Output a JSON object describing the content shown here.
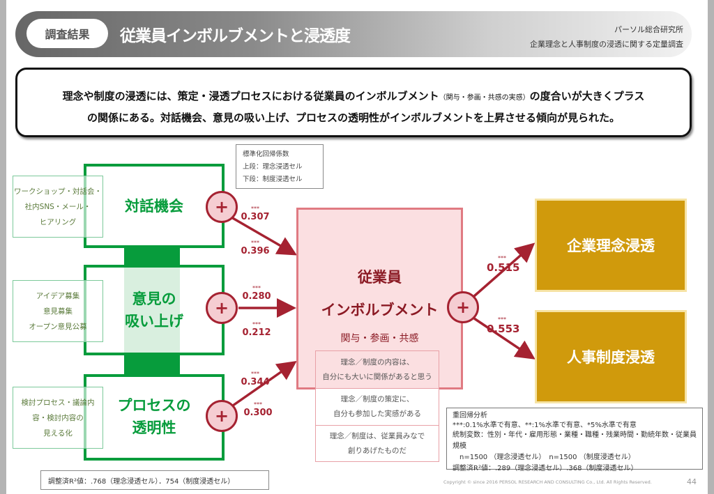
{
  "header": {
    "tag": "調査結果",
    "title": "従業員インボルブメントと浸透度",
    "org": "パーソル総合研究所",
    "survey": "企業理念と人事制度の浸透に関する定量調査"
  },
  "summary": {
    "line1_a": "理念や制度の浸透には、策定・浸透プロセスにおける従業員のインボルブメント",
    "line1_small": "（関与・参画・共感の実感）",
    "line1_b": "の度合いが大きくプラス",
    "line2": "の関係にある。対話機会、意見の吸い上げ、プロセスの透明性がインボルブメントを上昇させる傾向が見られた。"
  },
  "legend": {
    "title": "標準化回帰係数",
    "upper": "上段：理念浸透セル",
    "lower": "下段：制度浸透セル"
  },
  "factors": [
    {
      "label": "対話機会",
      "detail": [
        "ワークショップ・対話会・",
        "社内SNS・メール・",
        "ヒアリング"
      ]
    },
    {
      "label1": "意見の",
      "label2": "吸い上げ",
      "detail": [
        "アイデア募集",
        "意見募集",
        "オープン意見公募"
      ]
    },
    {
      "label1": "プロセスの",
      "label2": "透明性",
      "detail": [
        "検討プロセス・議論内",
        "容・検討内容の",
        "見える化"
      ]
    }
  ],
  "plus": "+",
  "coefficients": {
    "stars": "***",
    "dialog": [
      "0.307",
      "0.396"
    ],
    "opinion": [
      "0.280",
      "0.212"
    ],
    "process": [
      "0.344",
      "0.300"
    ],
    "philosophy": "0.515",
    "system": "0.553"
  },
  "center": {
    "title1": "従業員",
    "title2": "インボルブメント",
    "subtitle": "関与・参画・共感",
    "items": [
      [
        "理念／制度の内容は、",
        "自分にも大いに関係があると思う"
      ],
      [
        "理念／制度の策定に、",
        "自分も参加した実感がある"
      ],
      [
        "理念／制度は、従業員みなで",
        "創りあげたものだ"
      ]
    ]
  },
  "outcomes": {
    "philosophy": "企業理念浸透",
    "system": "人事制度浸透"
  },
  "stats": {
    "l1": "重回帰分析",
    "l2": "***:0.1%水準で有意、**:1%水準で有意、*5%水準で有意",
    "l3": "統制変数：性別・年代・雇用形態・業種・職種・残業時間・勤続年数・従業員規模",
    "l4": "n=1500 （理念浸透セル）　n=1500 （制度浸透セル）",
    "l5": "調整済R²値：.289（理念浸透セル）.368（制度浸透セル）"
  },
  "r2": "調整済R²値：.768（理念浸透セル）．754（制度浸透セル）",
  "footer": {
    "copyright": "Copyright © since 2016 PERSOL RESEARCH AND CONSULTING Co., Ltd. All Rights Reserved.",
    "page": "44"
  }
}
